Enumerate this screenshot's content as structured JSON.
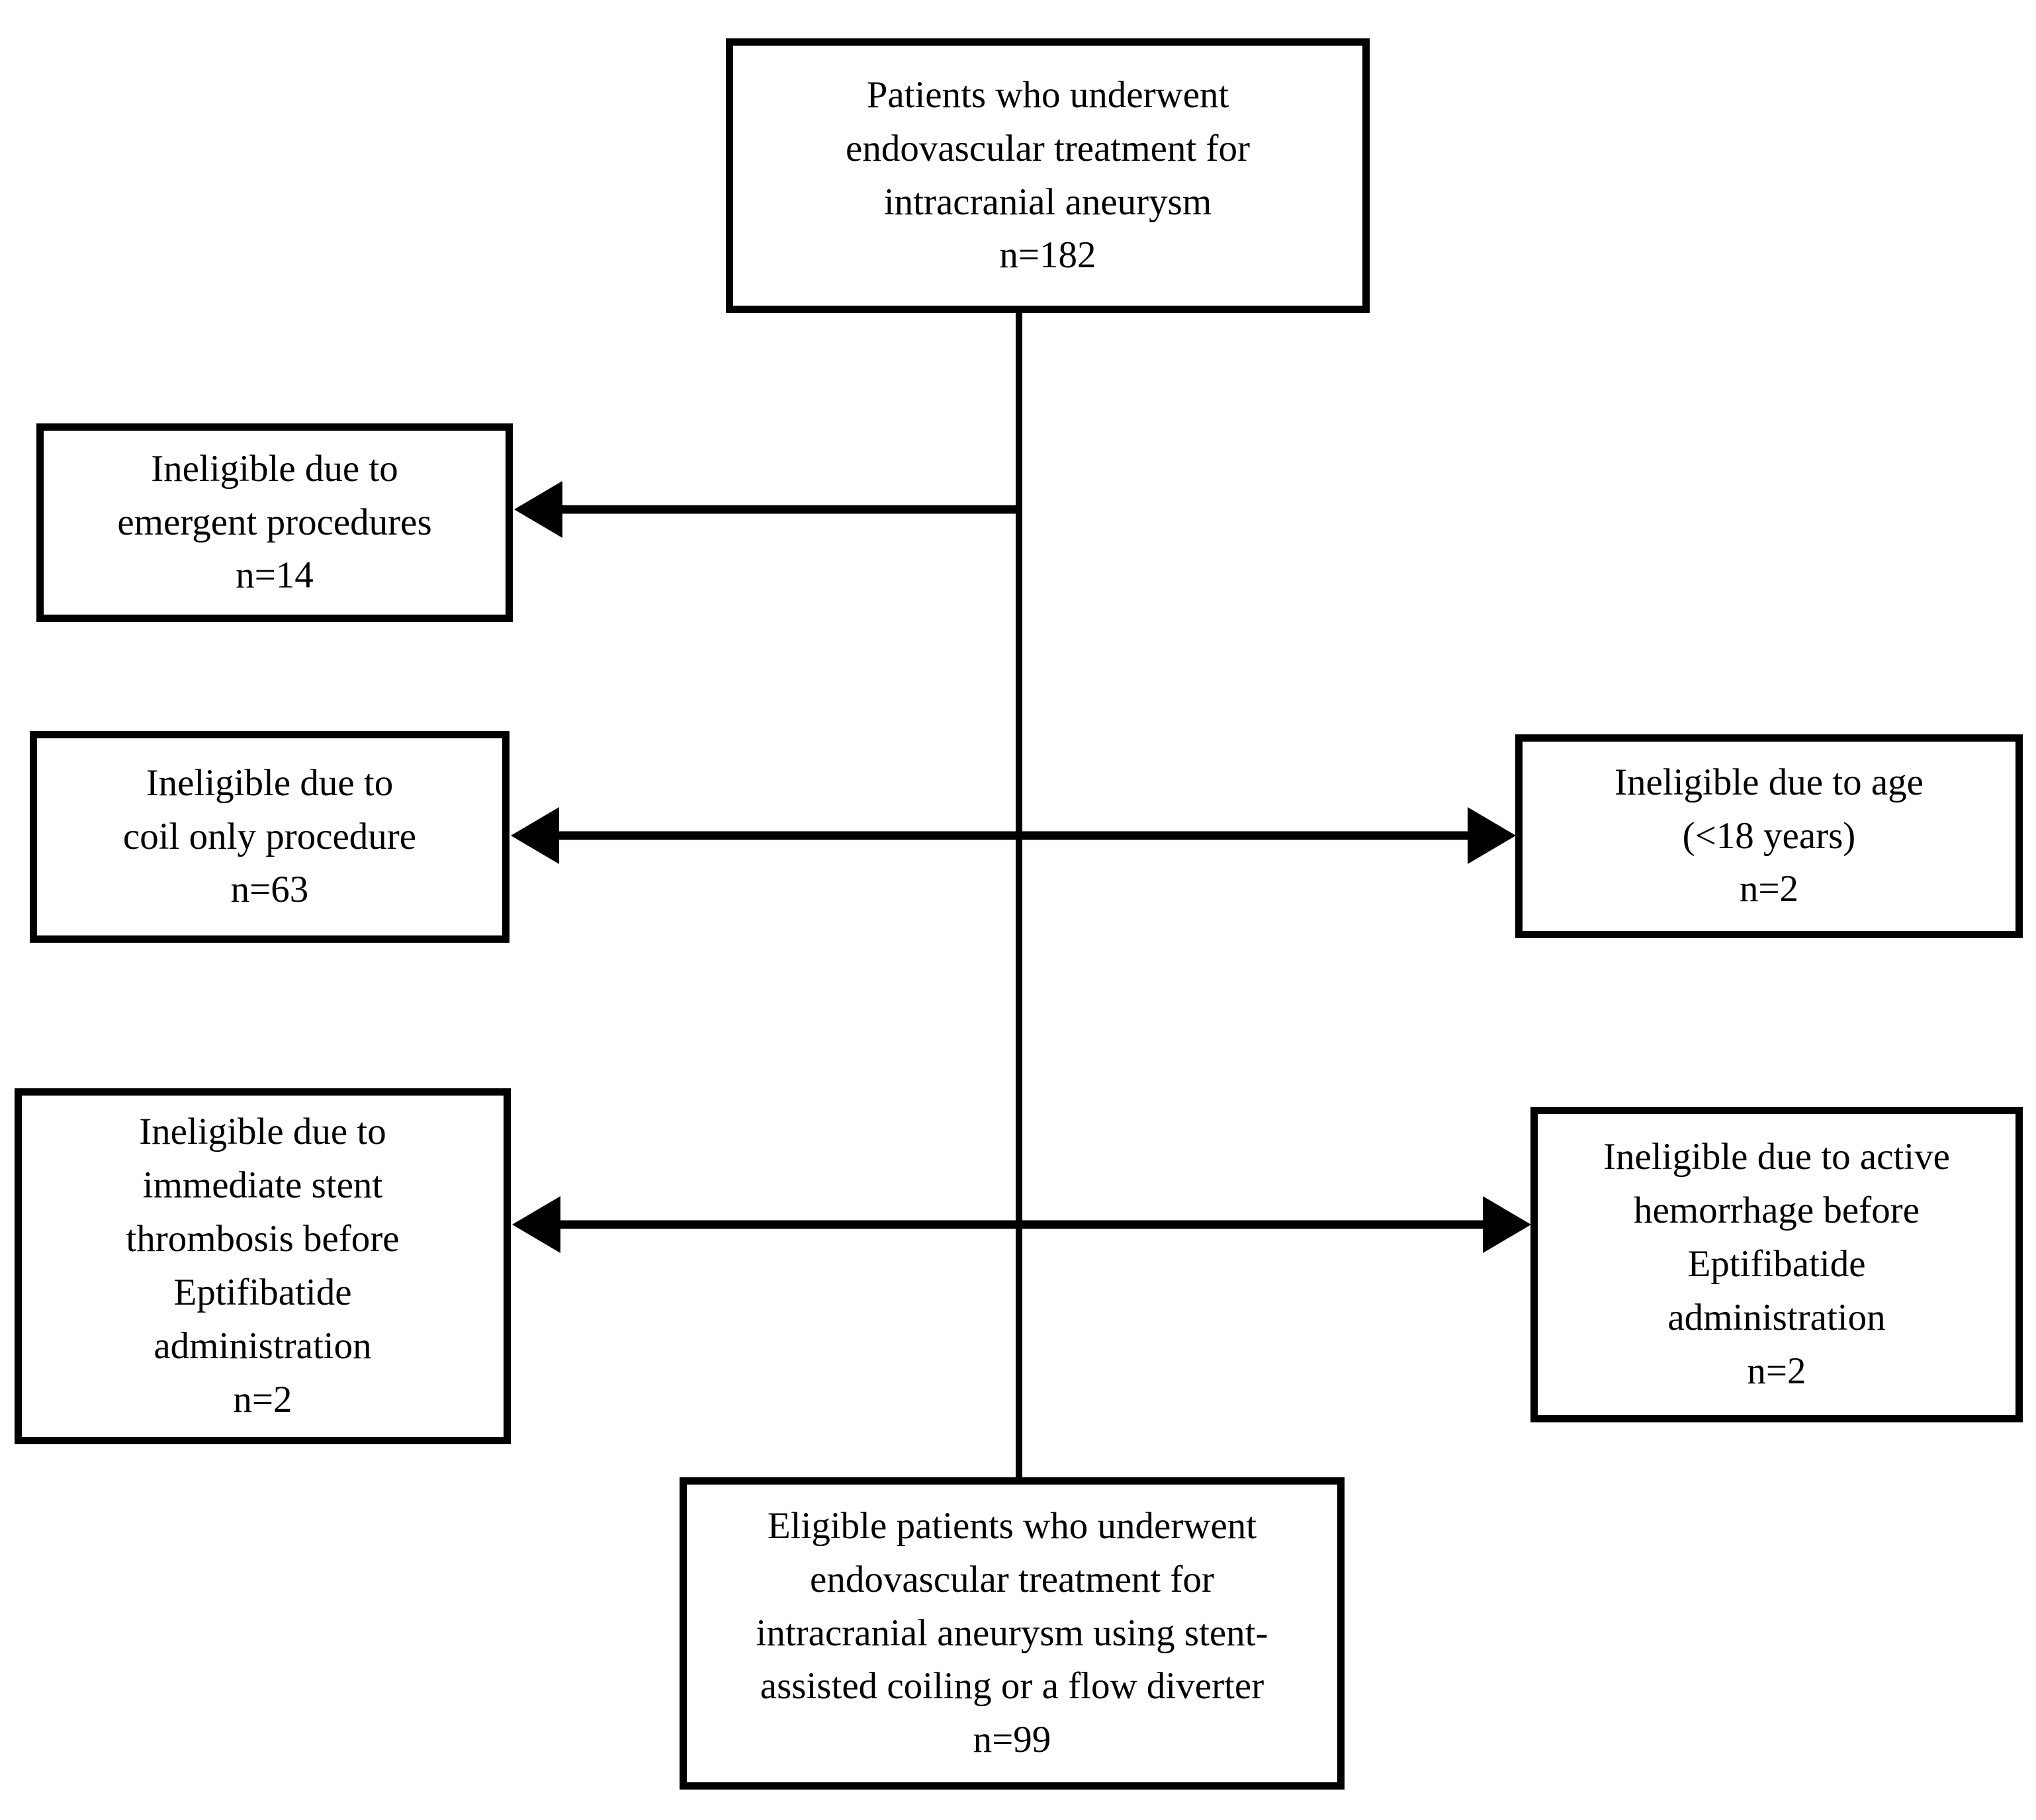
{
  "flowchart": {
    "kind": "patient-flow-diagram",
    "colors": {
      "line": "#000000",
      "box_border": "#000000",
      "background": "#ffffff",
      "text": "#000000"
    },
    "nodes": [
      {
        "id": "source",
        "text": "Patients who underwent\nendovascular treatment for\nintracranial aneurysm\nn=182",
        "n": 182
      },
      {
        "id": "excluded-emergent",
        "text": "Ineligible due to\nemergent procedures\nn=14",
        "n": 14
      },
      {
        "id": "excluded-coil-only",
        "text": "Ineligible due to\ncoil only procedure\nn=63",
        "n": 63
      },
      {
        "id": "excluded-age",
        "text": "Ineligible due to age\n(<18 years)\nn=2",
        "n": 2
      },
      {
        "id": "excluded-stent-thrombosis",
        "text": "Ineligible due to\nimmediate stent\nthrombosis before\nEptifibatide\nadministration\nn=2",
        "n": 2
      },
      {
        "id": "excluded-active-hemorrhage",
        "text": "Ineligible due to active\nhemorrhage before\nEptifibatide\nadministration\nn=2",
        "n": 2
      },
      {
        "id": "eligible",
        "text": "Eligible patients who underwent\nendovascular treatment for\nintracranial aneurysm using stent-\nassisted coiling or a flow diverter\nn=99",
        "n": 99
      }
    ],
    "connectors": [
      {
        "from": "source",
        "to": "eligible",
        "type": "vertical-trunk"
      },
      {
        "from": "trunk",
        "to": "excluded-emergent",
        "type": "arrow-left"
      },
      {
        "from": "excluded-coil-only",
        "to": "excluded-age",
        "type": "arrow-both"
      },
      {
        "from": "excluded-stent-thrombosis",
        "to": "excluded-active-hemorrhage",
        "type": "arrow-both"
      }
    ]
  }
}
